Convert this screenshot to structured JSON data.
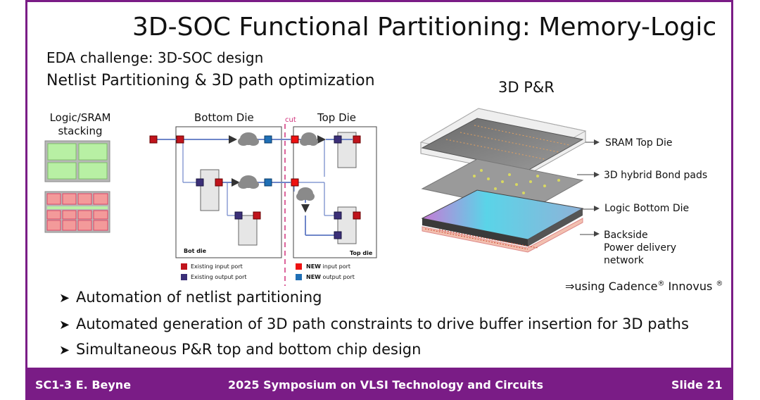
{
  "slide": {
    "title": "3D-SOC Functional Partitioning: Memory-Logic",
    "subtitle1": "EDA challenge:  3D-SOC design",
    "subtitle2": "Netlist Partitioning & 3D path optimization",
    "pnr_title": "3D P&R"
  },
  "left_diagram": {
    "stack_label_line1": "Logic/SRAM",
    "stack_label_line2": "stacking"
  },
  "netlist_diagram": {
    "bottom_die": "Bottom Die",
    "top_die": "Top Die",
    "cut": "cut",
    "bot_die_tag": "Bot die",
    "top_die_tag": "Top die",
    "legend": {
      "existing_input": "Existing input port",
      "existing_output": "Existing output port",
      "new_bold": "NEW",
      "new_input": " input port",
      "new_output": " output port"
    }
  },
  "pnr_labels": {
    "sram_top": "SRAM Top Die",
    "bond_pads": "3D hybrid Bond pads",
    "logic_bottom": "Logic Bottom Die",
    "backside1": "Backside",
    "backside2": "Power delivery",
    "backside3": "network"
  },
  "cadence": {
    "prefix": "⇒using Cadence",
    "mid": " Innovus ",
    "reg": "®"
  },
  "bullets": [
    "Automation of netlist partitioning",
    "Automated generation of 3D path constraints to drive buffer insertion for 3D paths",
    "Simultaneous P&R top and bottom chip design"
  ],
  "footer": {
    "session": "SC1-3   E. Beyne",
    "conference": "2025 Symposium on VLSI Technology and Circuits",
    "slide": "Slide 21"
  },
  "colors": {
    "brand": "#7a1c86",
    "existing_port": "#c0141c",
    "output_port": "#1f6fb5",
    "existing_out_port": "#3b2f78",
    "wire": "#6f86c9",
    "cut_line": "#d0307a"
  }
}
